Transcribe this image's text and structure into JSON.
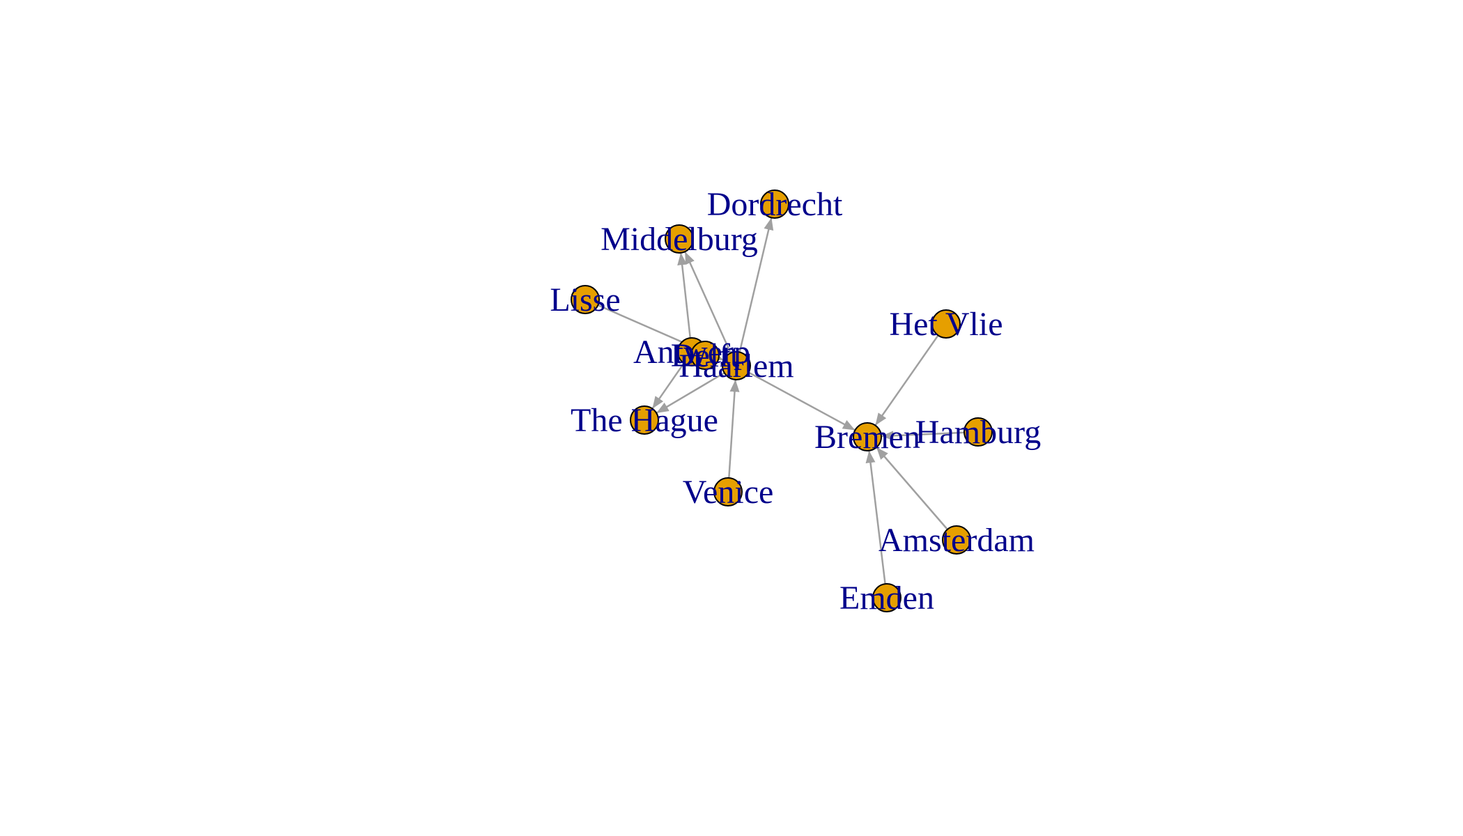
{
  "graph": {
    "colors": {
      "node_fill": "#E69F00",
      "node_stroke": "#000000",
      "edge": "#A0A0A0",
      "label": "#00008B"
    },
    "nodes": [
      {
        "id": "dordrecht",
        "label": "Dordrecht"
      },
      {
        "id": "middelburg",
        "label": "Middelburg"
      },
      {
        "id": "lisse",
        "label": "Lisse"
      },
      {
        "id": "antwerp",
        "label": "Antwerp"
      },
      {
        "id": "delft",
        "label": "Delft"
      },
      {
        "id": "haarlem",
        "label": "Haarlem"
      },
      {
        "id": "the-hague",
        "label": "The Hague"
      },
      {
        "id": "venice",
        "label": "Venice"
      },
      {
        "id": "het-vlie",
        "label": "Het Vlie"
      },
      {
        "id": "bremen",
        "label": "Bremen"
      },
      {
        "id": "hamburg",
        "label": "Hamburg"
      },
      {
        "id": "amsterdam",
        "label": "Amsterdam"
      },
      {
        "id": "emden",
        "label": "Emden"
      }
    ],
    "edges": [
      {
        "from": "haarlem",
        "to": "dordrecht"
      },
      {
        "from": "haarlem",
        "to": "middelburg"
      },
      {
        "from": "antwerp",
        "to": "middelburg"
      },
      {
        "from": "lisse",
        "to": "haarlem"
      },
      {
        "from": "antwerp",
        "to": "the-hague"
      },
      {
        "from": "haarlem",
        "to": "the-hague"
      },
      {
        "from": "venice",
        "to": "haarlem"
      },
      {
        "from": "haarlem",
        "to": "bremen"
      },
      {
        "from": "het-vlie",
        "to": "bremen"
      },
      {
        "from": "hamburg",
        "to": "bremen"
      },
      {
        "from": "amsterdam",
        "to": "bremen"
      },
      {
        "from": "emden",
        "to": "bremen"
      }
    ]
  }
}
